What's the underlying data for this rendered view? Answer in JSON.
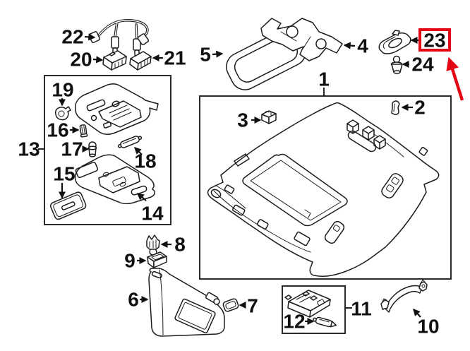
{
  "meta": {
    "background": "#ffffff",
    "ink": "#101010",
    "highlight_red": "#e30613",
    "highlighted_callout": "23"
  },
  "callouts": [
    {
      "num": "1"
    },
    {
      "num": "2"
    },
    {
      "num": "3"
    },
    {
      "num": "4"
    },
    {
      "num": "5"
    },
    {
      "num": "6"
    },
    {
      "num": "7"
    },
    {
      "num": "8"
    },
    {
      "num": "9"
    },
    {
      "num": "10"
    },
    {
      "num": "11"
    },
    {
      "num": "12"
    },
    {
      "num": "13"
    },
    {
      "num": "14"
    },
    {
      "num": "15"
    },
    {
      "num": "16"
    },
    {
      "num": "17"
    },
    {
      "num": "18"
    },
    {
      "num": "19"
    },
    {
      "num": "20"
    },
    {
      "num": "21"
    },
    {
      "num": "22"
    },
    {
      "num": "23"
    },
    {
      "num": "24"
    }
  ]
}
